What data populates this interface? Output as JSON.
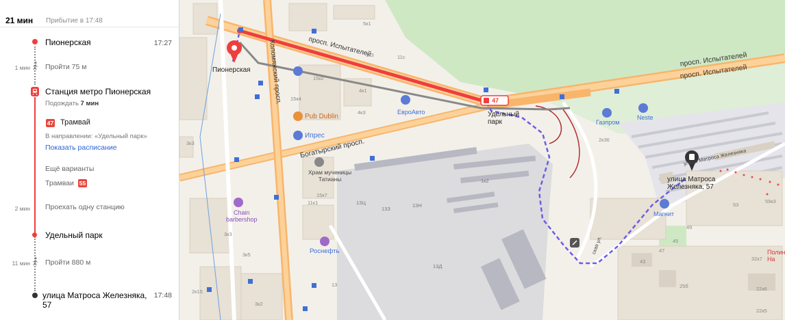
{
  "header": {
    "duration": "21 мин",
    "arrival": "Прибытие в 17:48"
  },
  "route": {
    "start": {
      "name": "Пионерская",
      "time": "17:27"
    },
    "walk1": {
      "duration": "1 мин",
      "label": "Пройти 75 м"
    },
    "station": {
      "name": "Станция метро Пионерская",
      "wait_prefix": "Подождать",
      "wait_value": "7 мин"
    },
    "tram": {
      "number": "47",
      "label": "Трамвай",
      "direction": "В направлении: «Удельный парк»",
      "schedule_link": "Показать расписание"
    },
    "alternatives": {
      "title": "Ещё варианты",
      "type": "Трамваи",
      "number": "55"
    },
    "ride": {
      "duration": "2 мин",
      "label": "Проехать одну станцию"
    },
    "transfer": {
      "name": "Удельный парк"
    },
    "walk2": {
      "duration": "11 мин",
      "label": "Пройти 880 м"
    },
    "end": {
      "name_line1": "улица Матроса Железняка,",
      "name_line2": "57",
      "time": "17:48"
    }
  },
  "map": {
    "streets": {
      "ispytateley_1": "просп. Испытателей",
      "ispytateley_2": "просп. Испытателей",
      "ispytateley_3": "просп. Испытателей",
      "kolomyazhsky": "Коломяжский просп.",
      "bogatyrsky": "Богатырский просп.",
      "zheleznyaka": "улица Матроса Железняка",
      "street_bottom": "ская ул."
    },
    "pois": {
      "pionerskaya": "Пионерская",
      "pub": "Pub Dublin",
      "ipres": "Ипрес",
      "euroavto": "ЕвроАвто",
      "gazprom": "Газпром",
      "neste": "Neste",
      "temple": "Храм мученицы\nТатианы",
      "chain": "Chain\nbarbershop",
      "rosneft": "Роснефть",
      "magnit": "Магнит",
      "udelny": "Удельный\nпарк",
      "destination": "улица Матроса\nЖелезняка, 57",
      "polyn": "Полин\nНа"
    },
    "buildings": {
      "b1": "5к1",
      "b2": "1к3",
      "b3": "11с",
      "b4": "15к2",
      "b5": "15к4",
      "b6": "4к1",
      "b7": "4к3",
      "b8": "2к36",
      "b9": "3к3",
      "b10": "11к1",
      "b11": "15к7",
      "b12": "13Ц",
      "b13": "13З",
      "b14": "13Н",
      "b15": "1к2",
      "b16": "3к3",
      "b17": "3к5",
      "b18": "13Д",
      "b19": "13",
      "b20": "2к15",
      "b21": "3к2",
      "b22": "53",
      "b23": "59к3",
      "b24": "49",
      "b25": "45",
      "b26": "47",
      "b27": "43",
      "b28": "25б",
      "b29": "32к7",
      "b30": "22к6",
      "b31": "22к5"
    },
    "tram_stop": "47"
  },
  "colors": {
    "route_red": "#ef3e3e",
    "walk_purple": "#6b5ce7",
    "link_blue": "#2a62d6",
    "badge_red": "#e8453c"
  }
}
